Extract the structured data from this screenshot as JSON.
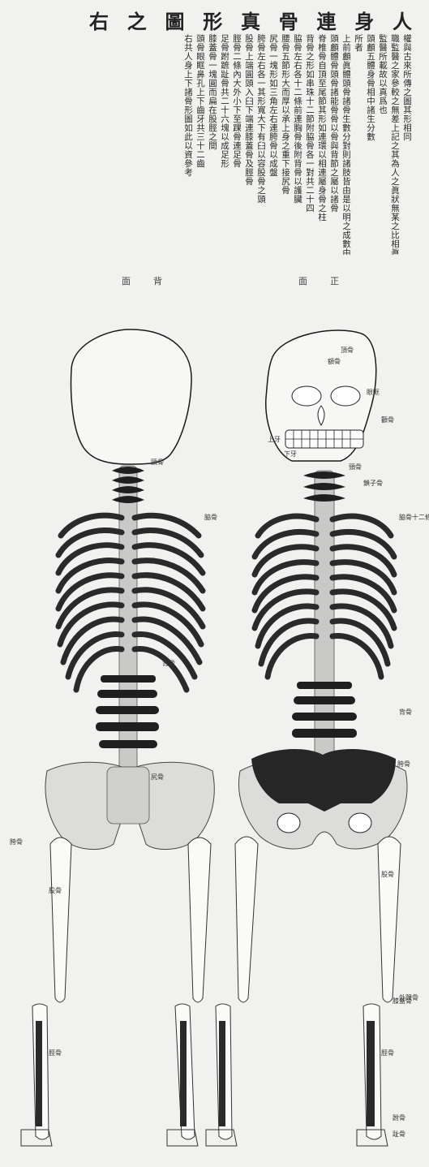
{
  "title_chars": [
    "右",
    "之",
    "圖",
    "形",
    "真",
    "骨",
    "連",
    "身",
    "人"
  ],
  "text_columns": [
    "權與古來所傳之圖其形相同",
    "職監醫之家參較之無差上記之其為人之眞狀無某之比相眞",
    "監醫所載故以真爲也",
    "頭顱五體身骨相中諸生分數",
    "所者",
    "上前顱眞體頭骨諸骨生數分對則諸肢皆由是以明之成數由",
    "頭顱體骨頭骨諸能骨骨以骨與背節之屬以諸骨",
    "脊椎骨自頂至尾節其形如連環以相連屬身骨之柱",
    "背骨之形如串珠十二節附脇骨各一對共二十四",
    "脇骨左右各十二條前連胸骨後附背骨以護臟",
    "腰骨五節形大而厚以承上身之重下接尻骨",
    "尻骨一塊形如三角左右連胯骨以成盤",
    "胯骨左右各一其形寬大下有臼以容股骨之頭",
    "股骨上端圓頭入臼下端連膝蓋骨及脛骨",
    "脛骨二條內大外小下至踝骨連足骨",
    "足骨跗蹠趾骨共二十六塊以成足形",
    "膝蓋骨一塊圓而扁在股脛之間",
    "頭骨眼眶鼻孔上下齒牙共三十二齒",
    "右共人身上下諸骨形圖如此以資參考"
  ],
  "view_labels": {
    "front": "面正",
    "back": "面背"
  },
  "front_skeleton_notes": [
    "頂骨",
    "額骨",
    "眼眶",
    "顴骨",
    "上牙",
    "下牙",
    "頸骨",
    "鎖子骨",
    "脇骨十二條",
    "背骨",
    "胯骨",
    "股骨",
    "膝蓋骨",
    "脛骨",
    "外踝骨",
    "跗骨",
    "趾骨"
  ],
  "back_skeleton_notes": [
    "頸骨",
    "脇骨",
    "背骨",
    "尻骨",
    "胯骨",
    "股骨",
    "脛骨"
  ],
  "colors": {
    "paper": "#f1f1ef",
    "ink": "#1a1a1a",
    "rib_dark": "#2a2a2a",
    "bone_gray": "#c9c9c7",
    "pelvis_dark": "#262626"
  }
}
